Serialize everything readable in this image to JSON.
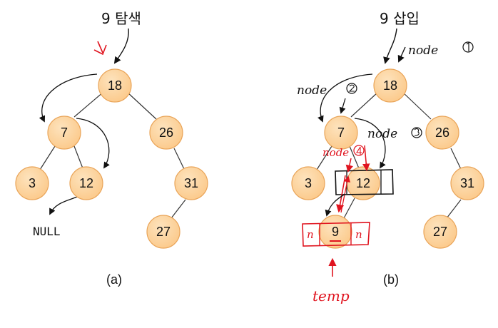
{
  "colors": {
    "node_fill": "#fcc98a",
    "node_fill_light": "#fde3bd",
    "node_stroke": "#e9a458",
    "edge": "#333333",
    "ink_black": "#111111",
    "ink_red": "#e0141f"
  },
  "panel_a": {
    "title": "9 탐색",
    "caption": "(a)",
    "null_label": "NULL",
    "nodes": {
      "root": "18",
      "left": "7",
      "right": "26",
      "left_left": "3",
      "left_right": "12",
      "right_right": "31",
      "right_right_left": "27"
    }
  },
  "panel_b": {
    "title": "9 삽입",
    "caption": "(b)",
    "nodes": {
      "root": "18",
      "left": "7",
      "right": "26",
      "left_left": "3",
      "left_right": "12",
      "right_right": "31",
      "right_right_left": "27",
      "new_node": "9"
    },
    "annotations": {
      "node_1": "node",
      "node_2": "node",
      "node_3": "node",
      "node_4": "node",
      "null_left": "n",
      "null_right": "n",
      "temp_label": "temp"
    }
  }
}
